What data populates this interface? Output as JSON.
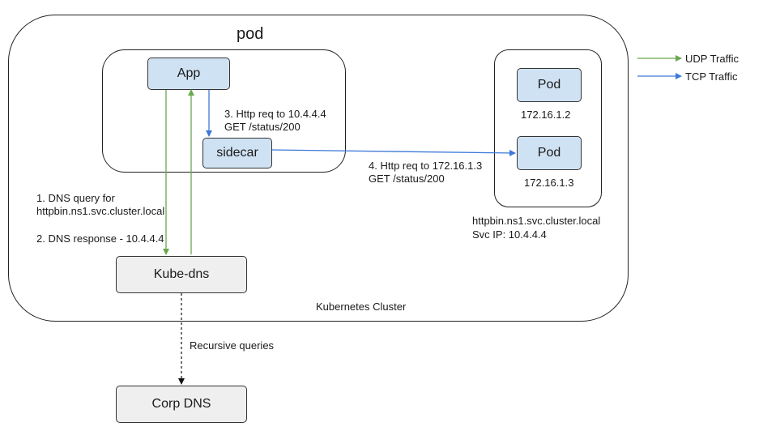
{
  "cluster": {
    "label": "Kubernetes Cluster"
  },
  "pod_group": {
    "title": "pod"
  },
  "nodes": {
    "app": "App",
    "sidecar": "sidecar",
    "kube_dns": "Kube-dns",
    "corp_dns": "Corp DNS",
    "pod1": "Pod",
    "pod1_ip": "172.16.1.2",
    "pod2": "Pod",
    "pod2_ip": "172.16.1.3"
  },
  "service": {
    "name": "httpbin.ns1.svc.cluster.local",
    "ip": "Svc IP: 10.4.4.4"
  },
  "steps": {
    "dns_query_1": "1. DNS query for",
    "dns_query_2": "httpbin.ns1.svc.cluster.local",
    "dns_response": "2. DNS response - 10.4.4.4",
    "http_req_local_1": "3. Http req to 10.4.4.4",
    "http_req_local_2": "GET /status/200",
    "http_req_pod_1": "4. Http req to 172.16.1.3",
    "http_req_pod_2": "GET /status/200",
    "recursive": "Recursive queries"
  },
  "legend": {
    "udp": "UDP Traffic",
    "tcp": "TCP Traffic",
    "udp_color": "#6aa84f",
    "tcp_color": "#3c78d8"
  }
}
